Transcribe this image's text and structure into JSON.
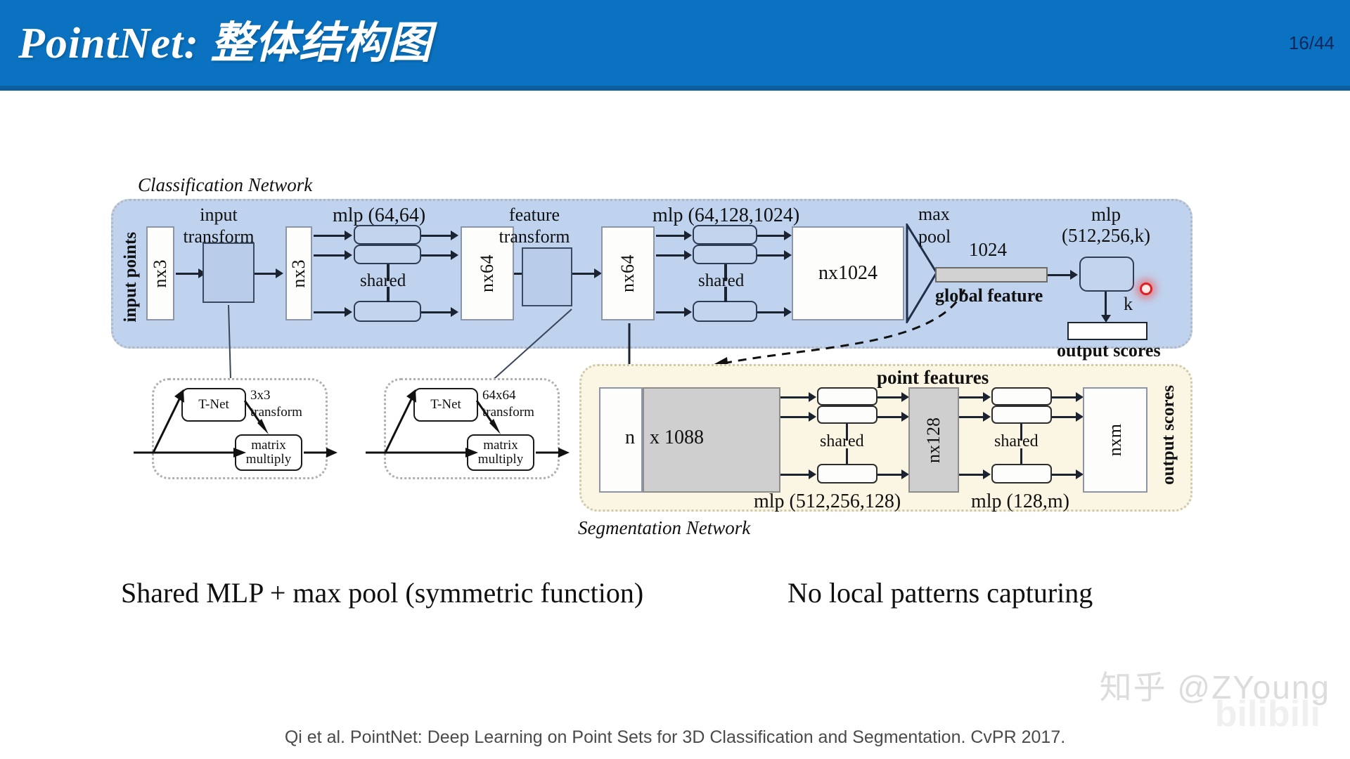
{
  "header": {
    "title": "PointNet: 整体结构图",
    "page_number": "16/44",
    "bar_color": "#0a72c0"
  },
  "diagram": {
    "classification": {
      "title": "Classification Network",
      "panel_color": "#bfd2ee",
      "input_points_label": "input points",
      "blocks": {
        "nx3_a": "nx3",
        "nx3_b": "nx3",
        "nx64_a": "nx64",
        "nx64_b": "nx64",
        "nx1024": "nx1024"
      },
      "labels": {
        "input_transform": "input\ntransform",
        "input_transform_l1": "input",
        "input_transform_l2": "transform",
        "mlp_64_64": "mlp (64,64)",
        "shared_1": "shared",
        "feature_transform_l1": "feature",
        "feature_transform_l2": "transform",
        "mlp_64_128_1024": "mlp (64,128,1024)",
        "shared_2": "shared",
        "max_pool_l1": "max",
        "max_pool_l2": "pool",
        "dim_1024": "1024",
        "global_feature": "global feature",
        "mlp_512_256_k_l1": "mlp",
        "mlp_512_256_k_l2": "(512,256,k)",
        "k": "k",
        "output_scores": "output scores"
      }
    },
    "tnet_3x3": {
      "tnet_label": "T-Net",
      "transform_l1": "3x3",
      "transform_l2": "transform",
      "matrix_l1": "matrix",
      "matrix_l2": "multiply"
    },
    "tnet_64x64": {
      "tnet_label": "T-Net",
      "transform_l1": "64x64",
      "transform_l2": "transform",
      "matrix_l1": "matrix",
      "matrix_l2": "multiply"
    },
    "segmentation": {
      "title": "Segmentation Network",
      "panel_color": "#fbf6e3",
      "point_features": "point features",
      "blocks": {
        "n_label": "n",
        "x1088_label": "x 1088",
        "nx128": "nx128",
        "nxm": "nxm"
      },
      "labels": {
        "shared_3": "shared",
        "shared_4": "shared",
        "mlp_512_256_128": "mlp (512,256,128)",
        "mlp_128_m": "mlp (128,m)",
        "output_scores": "output scores"
      }
    },
    "cursor": {
      "name": "red-cursor-dot",
      "color": "#e02020"
    }
  },
  "captions": {
    "left": "Shared MLP + max pool (symmetric function)",
    "right": "No local patterns capturing"
  },
  "footer": {
    "citation": "Qi et al. PointNet: Deep Learning on Point Sets for 3D Classification and Segmentation. CvPR 2017.",
    "watermark": "知乎 @ZYoung",
    "watermark_logo": "bilibili"
  }
}
